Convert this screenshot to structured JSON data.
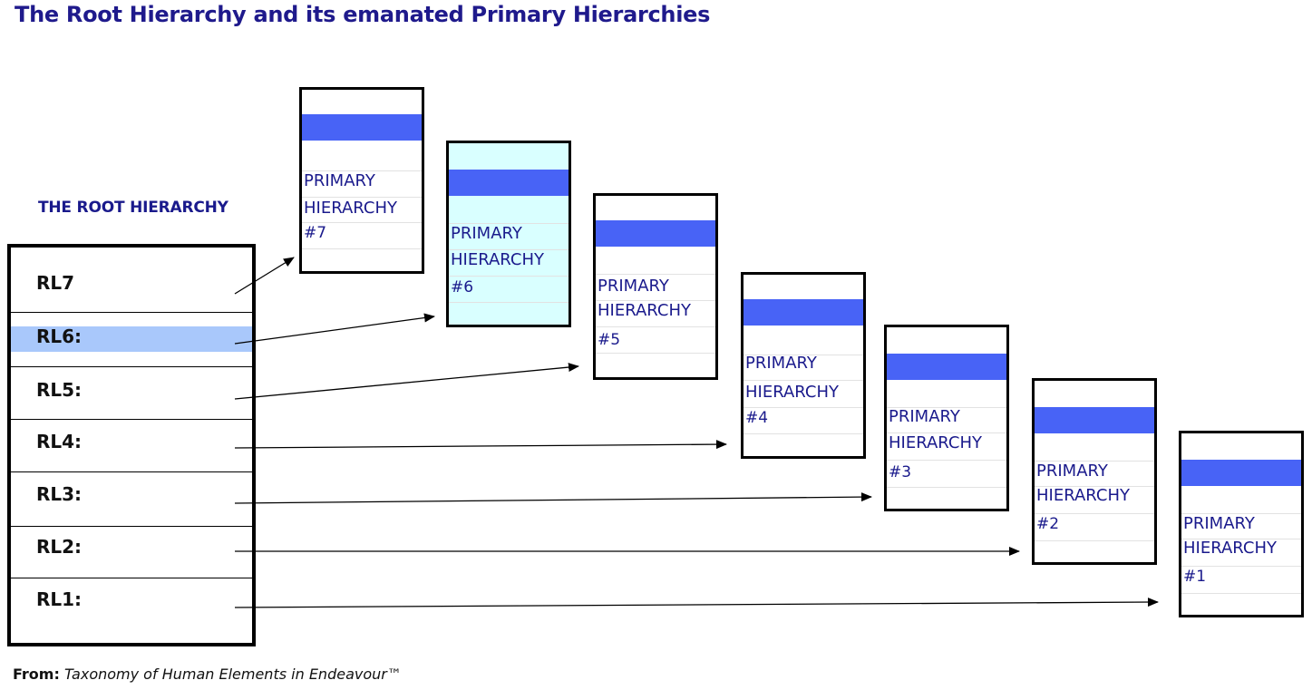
{
  "title": "The Root Hierarchy and its emanated Primary Hierarchies",
  "root": {
    "heading": "THE ROOT HIERARCHY",
    "levels": [
      "RL7",
      "RL6:",
      "RL5:",
      "RL4:",
      "RL3:",
      "RL2:",
      "RL1:"
    ],
    "highlight_level": "RL6:",
    "highlight_color": "#a9c8fb"
  },
  "primary_hierarchies": [
    {
      "line1": "PRIMARY",
      "line2": "HIERARCHY",
      "line3": "#7"
    },
    {
      "line1": "PRIMARY",
      "line2": "HIERARCHY",
      "line3": "#6"
    },
    {
      "line1": "PRIMARY",
      "line2": "HIERARCHY",
      "line3": "#5"
    },
    {
      "line1": "PRIMARY",
      "line2": "HIERARCHY",
      "line3": "#4"
    },
    {
      "line1": "PRIMARY",
      "line2": "HIERARCHY",
      "line3": "#3"
    },
    {
      "line1": "PRIMARY",
      "line2": "HIERARCHY",
      "line3": "#2"
    },
    {
      "line1": "PRIMARY",
      "line2": "HIERARCHY",
      "line3": "#1"
    }
  ],
  "colors": {
    "title": "#1f1a8c",
    "band": "#4863f6",
    "highlight_box": "#d9ffff",
    "text": "#1a1a8c"
  },
  "footer": {
    "prefix": "From:",
    "source": "Taxonomy of Human Elements in Endeavour™"
  }
}
